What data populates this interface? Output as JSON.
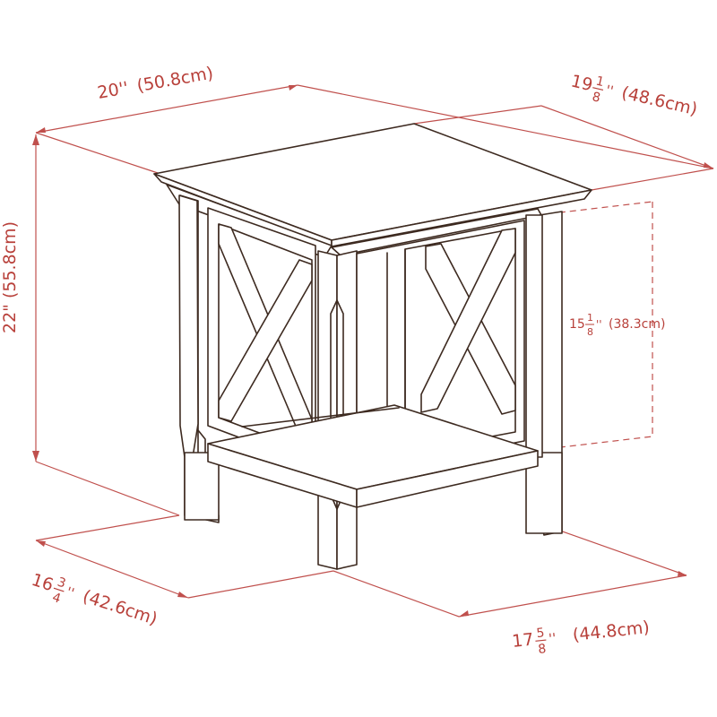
{
  "dimensions": {
    "top_width": {
      "whole": "20",
      "unit_inch": "''",
      "metric": "(50.8cm)"
    },
    "top_depth": {
      "whole": "19",
      "frac_num": "1",
      "frac_den": "8",
      "unit_inch": "''",
      "metric": "(48.6cm)"
    },
    "height": {
      "text": "22\" (55.8cm)"
    },
    "shelf_clearance": {
      "whole": "15",
      "frac_num": "1",
      "frac_den": "8",
      "unit_inch": "''",
      "metric": "(38.3cm)"
    },
    "base_depth": {
      "whole": "16",
      "frac_num": "3",
      "frac_den": "4",
      "unit_inch": "''",
      "metric": "(42.6cm)"
    },
    "base_width": {
      "whole": "17",
      "frac_num": "5",
      "frac_den": "8",
      "unit_inch": "''",
      "metric": "(44.8cm)"
    }
  },
  "colors": {
    "dimension_red": "#c0504d",
    "ink_brown": "#3d2a20"
  }
}
